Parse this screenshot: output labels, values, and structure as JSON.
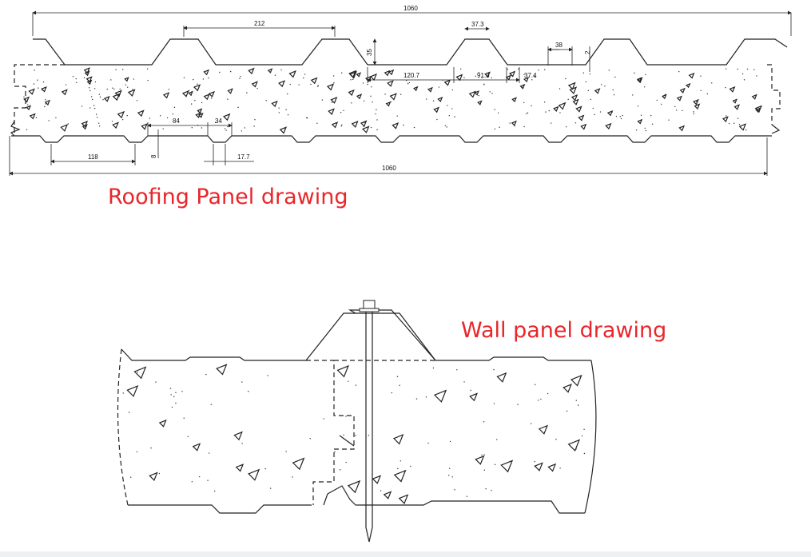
{
  "roofing": {
    "title": "Roofing Panel drawing",
    "dims": {
      "total_top": "1060",
      "rib_pitch": "212",
      "rib_top": "37.3",
      "rib_height": "35",
      "flat_38": "38",
      "step_2": "2",
      "span_120": "120.7",
      "span_91": "91.3",
      "span_37": "37.4",
      "bottom_84": "84",
      "bottom_34": "34",
      "bottom_118": "118",
      "bottom_8": "8",
      "bottom_17": "17.7",
      "total_bottom": "1060"
    }
  },
  "wall": {
    "title": "Wall panel drawing"
  },
  "colors": {
    "title": "#e8262b",
    "line": "#222222"
  }
}
